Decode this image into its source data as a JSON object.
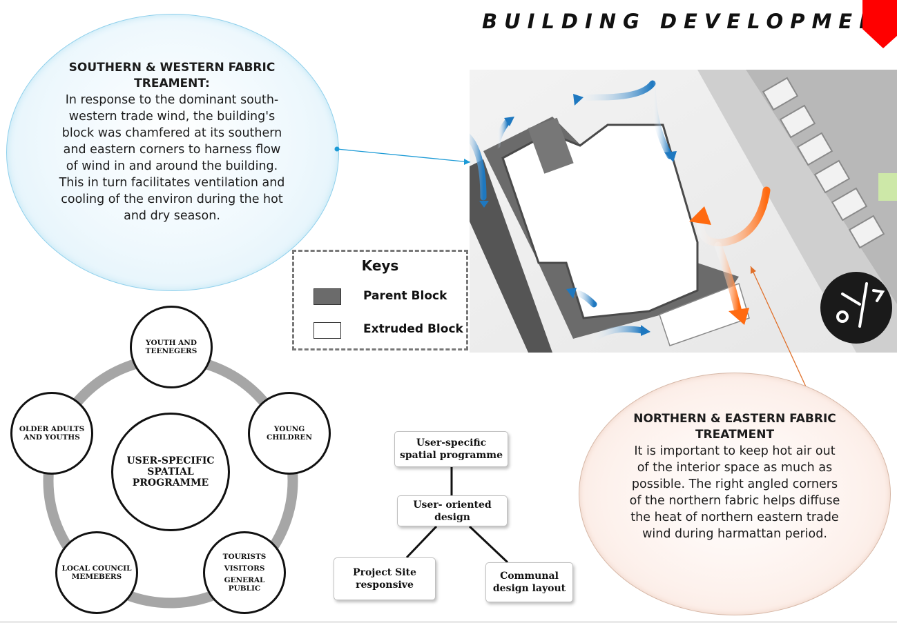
{
  "title": "BUILDING DEVELOPMENT",
  "colors": {
    "accent_red": "#ff0000",
    "sw_bubble": "#dbeff8",
    "ne_bubble": "#f8e2d8",
    "wind_blue": "#1e88c8",
    "wind_orange": "#ff6a10",
    "parent_block": "#6b6b6b"
  },
  "southern_western": {
    "heading": "SOUTHERN & WESTERN FABRIC TREAMENT:",
    "body": "In response to the  dominant south-western trade wind, the building's block was chamfered at its southern and eastern corners to harness flow of wind in and around the building. This in turn facilitates ventilation and cooling of the environ during the hot and dry season."
  },
  "northern_eastern": {
    "heading": "NORTHERN & EASTERN FABRIC TREATMENT",
    "body": "It is important to keep hot air out of the interior space as much as possible. The right angled corners of the northern fabric helps diffuse the heat of northern eastern trade wind during harmattan period."
  },
  "keys": {
    "title": "Keys",
    "items": [
      {
        "label": "Parent Block",
        "color": "#6b6b6b"
      },
      {
        "label": "Extruded Block",
        "color": "#ffffff"
      }
    ]
  },
  "user_diagram": {
    "center": "USER-SPECIFIC SPATIAL PROGRAMME",
    "nodes": {
      "youth": "YOUTH AND TEENEGERS",
      "young_children": "YOUNG CHILDREN",
      "tourists": [
        "TOURISTS",
        "VISITORS",
        "GENERAL PUBLIC"
      ],
      "council": "LOCAL COUNCIL MEMEBERS",
      "older": "OLDER ADULTS AND YOUTHS"
    }
  },
  "flow": {
    "top": "User-specific spatial programme",
    "middle": "User- oriented design",
    "left": "Project Site responsive",
    "right": "Communal design layout"
  }
}
